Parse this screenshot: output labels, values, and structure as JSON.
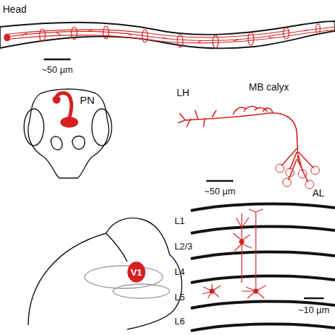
{
  "diagram": {
    "labels": [
      "Head",
      "~50 µm",
      "PN",
      "LH",
      "MB calyx",
      "~50 µm",
      "AL",
      "V1",
      "L1",
      "L2/3",
      "L4",
      "L5",
      "L6",
      "~10 µm"
    ]
  }
}
